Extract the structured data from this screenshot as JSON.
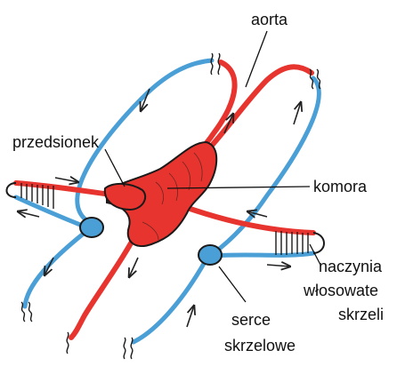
{
  "labels": {
    "aorta": "aorta",
    "przedsionek": "przedsionek",
    "komora": "komora",
    "naczynia_line1": "naczynia",
    "naczynia_line2": "włosowate",
    "naczynia_line3": "skrzeli",
    "serce_line1": "serce",
    "serce_line2": "skrzelowe"
  },
  "colors": {
    "arterial": "#e8342e",
    "venous": "#4a9fd6",
    "outline": "#1a1a1a"
  }
}
